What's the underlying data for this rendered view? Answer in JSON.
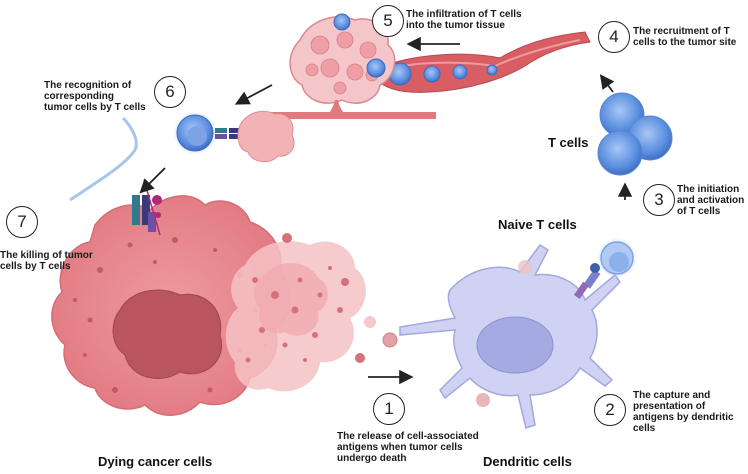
{
  "steps": [
    {
      "number": "1",
      "text": "The release of cell-associated\nantigens when tumor cells\nundergo death"
    },
    {
      "number": "2",
      "text": "The capture and\npresentation of\nantigens by dendritic\ncells"
    },
    {
      "number": "3",
      "text": "The initiation\nand activation\nof T cells"
    },
    {
      "number": "4",
      "text": "The recruitment of T\ncells to the tumor site"
    },
    {
      "number": "5",
      "text": "The infiltration of T cells\ninto the tumor tissue"
    },
    {
      "number": "6",
      "text": "The recognition of\ncorresponding\ntumor cells by T cells"
    },
    {
      "number": "7",
      "text": "The killing of tumor\ncells by T cells"
    }
  ],
  "labels": {
    "dying_cancer_cells": "Dying cancer cells",
    "dendritic_cells": "Dendritic cells",
    "naive_t_cells": "Naive T cells",
    "t_cells": "T cells"
  },
  "colors": {
    "tumor": "#e8868d",
    "tumor_dark": "#c0555e",
    "tumor_light": "#f6c4c6",
    "dendritic": "#c9cdf0",
    "dendritic_nucleus": "#a9ade3",
    "t_cell": "#5a8de0",
    "t_cell_light": "#a9c6f2",
    "vessel": "#d85b60",
    "arrow": "#222222"
  }
}
